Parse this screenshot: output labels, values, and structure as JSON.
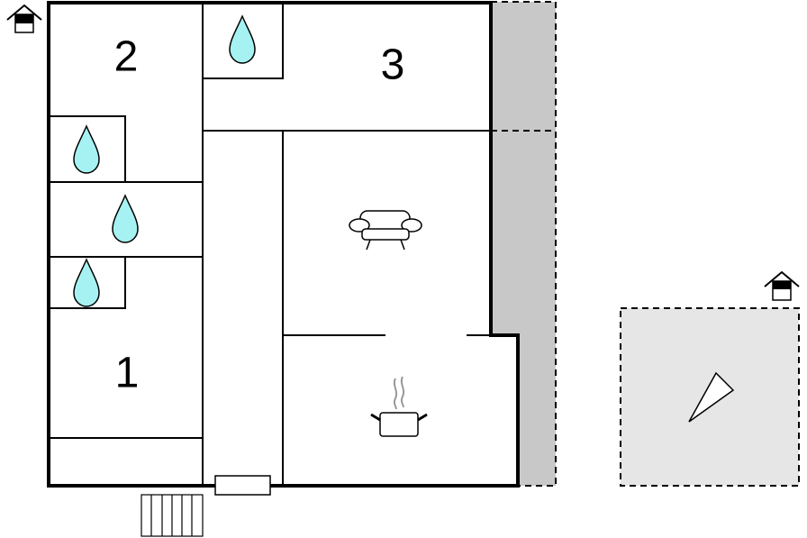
{
  "floorplan": {
    "rooms": [
      {
        "id": "room-1",
        "label": "1"
      },
      {
        "id": "room-2",
        "label": "2"
      },
      {
        "id": "room-3",
        "label": "3"
      }
    ],
    "icons": {
      "house": "house-icon",
      "water": "water-drop-icon",
      "sofa": "sofa-icon",
      "kitchen": "cooking-pot-icon",
      "compass": "north-arrow-icon"
    },
    "colors": {
      "wall": "#000000",
      "water_drop": "#a6f2f2",
      "terrace": "#c8c8c8",
      "outdoor_area": "#e6e6e6"
    }
  }
}
